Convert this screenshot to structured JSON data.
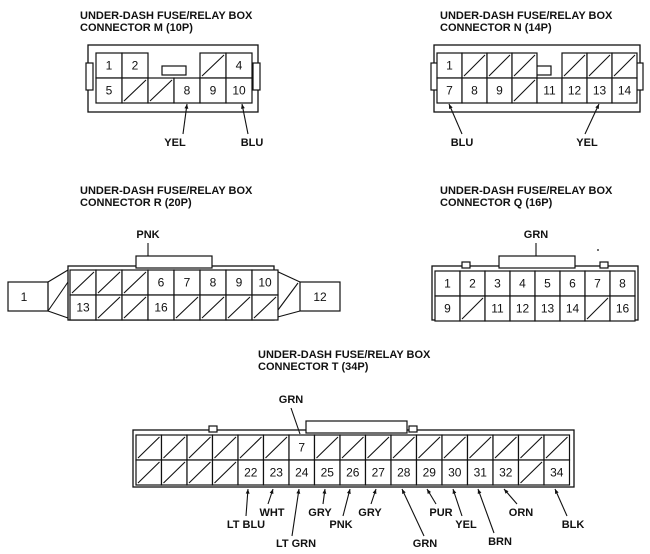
{
  "connectors": {
    "m": {
      "title1": "UNDER-DASH FUSE/RELAY BOX",
      "title2": "CONNECTOR M (10P)",
      "top_row": [
        "1",
        "2",
        "",
        "",
        "",
        "4"
      ],
      "bottom_row": [
        "5",
        "",
        "",
        "8",
        "9",
        "10"
      ],
      "wires": [
        {
          "pin": "8",
          "color": "YEL"
        },
        {
          "pin": "10",
          "color": "BLU"
        }
      ]
    },
    "n": {
      "title1": "UNDER-DASH FUSE/RELAY BOX",
      "title2": "CONNECTOR N (14P)",
      "top_row": [
        "1",
        "",
        "",
        "",
        "",
        "",
        "",
        ""
      ],
      "bottom_row": [
        "7",
        "8",
        "9",
        "",
        "11",
        "12",
        "13",
        "14"
      ],
      "wires": [
        {
          "pin": "7",
          "color": "BLU"
        },
        {
          "pin": "13",
          "color": "YEL"
        }
      ]
    },
    "r": {
      "title1": "UNDER-DASH FUSE/RELAY BOX",
      "title2": "CONNECTOR R (20P)",
      "left_pin": "1",
      "right_pin": "12",
      "top_row": [
        "",
        "",
        "",
        "6",
        "7",
        "8",
        "9",
        "10"
      ],
      "bottom_row": [
        "13",
        "",
        "",
        "16",
        "",
        "",
        "",
        ""
      ],
      "wires": [
        {
          "pin": "6",
          "color": "PNK"
        }
      ]
    },
    "q": {
      "title1": "UNDER-DASH FUSE/RELAY BOX",
      "title2": "CONNECTOR Q (16P)",
      "top_row": [
        "1",
        "2",
        "3",
        "4",
        "5",
        "6",
        "7",
        "8"
      ],
      "bottom_row": [
        "9",
        "",
        "11",
        "12",
        "13",
        "14",
        "",
        "16"
      ],
      "wires": [
        {
          "pin": "4",
          "color": "GRN"
        }
      ]
    },
    "t": {
      "title1": "UNDER-DASH FUSE/RELAY BOX",
      "title2": "CONNECTOR T (34P)",
      "top_row": [
        "",
        "",
        "",
        "",
        "",
        "",
        "7",
        "",
        "",
        "",
        "",
        "",
        "",
        "",
        "",
        "",
        ""
      ],
      "bottom_row": [
        "",
        "",
        "",
        "",
        "22",
        "23",
        "24",
        "25",
        "26",
        "27",
        "28",
        "29",
        "30",
        "31",
        "32",
        "",
        "34"
      ],
      "wires": [
        {
          "pin": "7",
          "color": "GRN"
        },
        {
          "pin": "22",
          "color": "LT BLU"
        },
        {
          "pin": "23",
          "color": "WHT"
        },
        {
          "pin": "24",
          "color": "LT GRN"
        },
        {
          "pin": "25",
          "color": "GRY"
        },
        {
          "pin": "26",
          "color": "PNK"
        },
        {
          "pin": "27",
          "color": "GRY"
        },
        {
          "pin": "28",
          "color": "GRN"
        },
        {
          "pin": "29",
          "color": "PUR"
        },
        {
          "pin": "30",
          "color": "YEL"
        },
        {
          "pin": "31",
          "color": "BRN"
        },
        {
          "pin": "32",
          "color": "ORN"
        },
        {
          "pin": "34",
          "color": "BLK"
        }
      ]
    }
  }
}
